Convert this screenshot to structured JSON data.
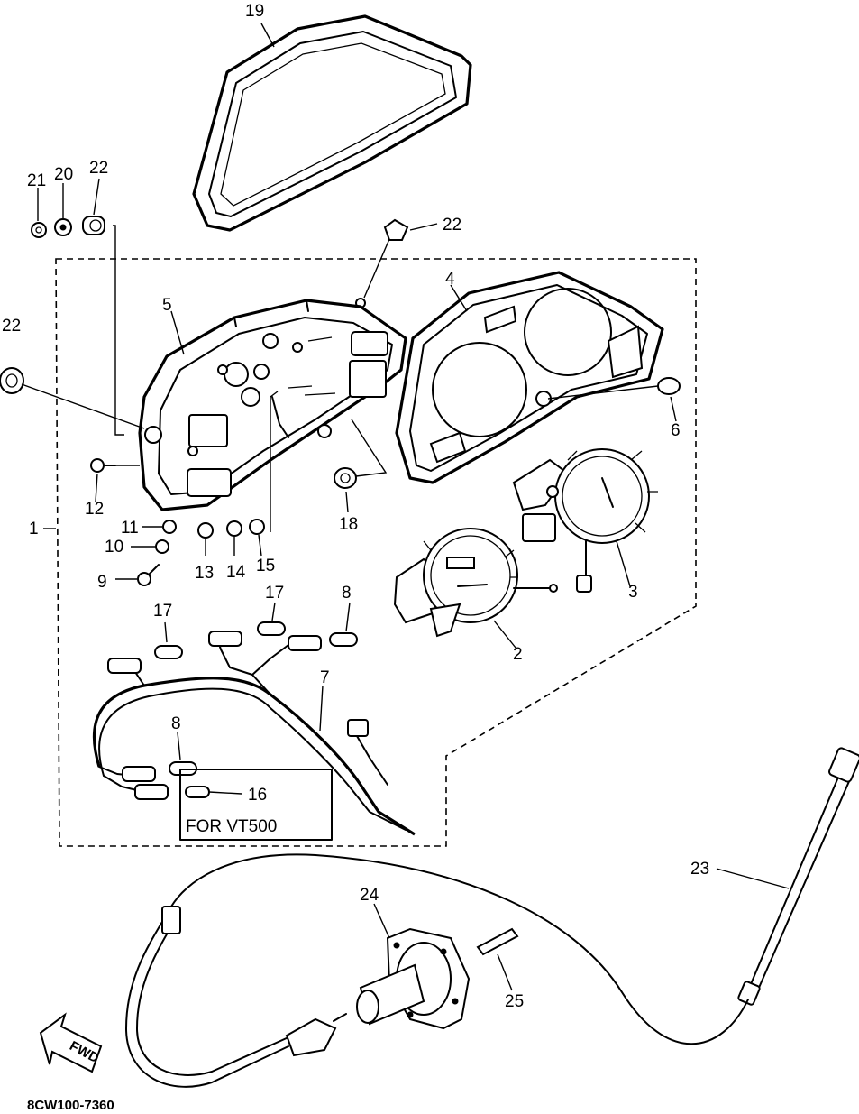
{
  "diagram": {
    "drawing_code": "8CW100-7360",
    "variant_box_label": "FOR VT500",
    "fwd_arrow_label": "FWD",
    "callouts": {
      "c1": "1",
      "c2": "2",
      "c3": "3",
      "c4": "4",
      "c5": "5",
      "c6": "6",
      "c7": "7",
      "c8a": "8",
      "c8b": "8",
      "c9": "9",
      "c10": "10",
      "c11": "11",
      "c12": "12",
      "c13": "13",
      "c14": "14",
      "c15": "15",
      "c16": "16",
      "c17a": "17",
      "c17b": "17",
      "c18": "18",
      "c19": "19",
      "c20": "20",
      "c21": "21",
      "c22a": "22",
      "c22b": "22",
      "c22c": "22",
      "c23": "23",
      "c24": "24",
      "c25": "25"
    }
  }
}
